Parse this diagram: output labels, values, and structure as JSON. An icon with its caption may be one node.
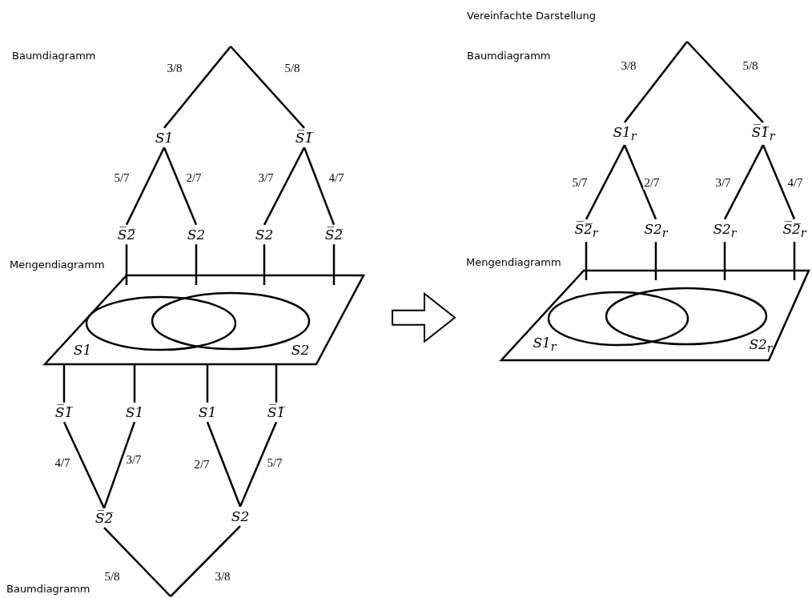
{
  "diagram": {
    "nodes": [
      {
        "text": [
          "S1"
        ]
      },
      {
        "text": [
          "S̅1̅"
        ]
      },
      {
        "text": [
          "S̅2̅"
        ]
      },
      {
        "text": [
          "S2"
        ]
      },
      {
        "text": [
          "S2"
        ]
      },
      {
        "text": [
          "S̅2̅"
        ]
      },
      {
        "text": [],
        "shape": "box"
      },
      {
        "text": [
          "S1"
        ],
        "in": 6
      },
      {
        "text": [
          "S2"
        ],
        "in": 6
      },
      {
        "text": [
          "S̅1̅"
        ]
      },
      {
        "text": [
          "S1"
        ]
      },
      {
        "text": [
          "S1"
        ]
      },
      {
        "text": [
          "S̅1̅"
        ]
      },
      {
        "text": [
          "S̅2̅"
        ]
      },
      {
        "text": [
          "S2"
        ]
      },
      {
        "text": [
          "S1$_{r}$"
        ]
      },
      {
        "text": [
          "S̅1̅$_{r}$"
        ]
      },
      {
        "text": [
          "S̅2̅$_{r}$"
        ]
      },
      {
        "text": [
          "S2$_{r}$"
        ]
      },
      {
        "text": [
          "S2$_{r}$"
        ]
      },
      {
        "text": [
          "S̅2̅$_{r}$"
        ]
      },
      {
        "text": [],
        "shape": "box"
      },
      {
        "text": [
          "S1$_{r}$"
        ],
        "in": 21
      },
      {
        "text": [
          "S2$_{r}$"
        ],
        "in": 21
      }
    ],
    "edges": [
      {
        "from": null,
        "to": 0,
        "arrow": "none",
        "label": "3/8"
      },
      {
        "from": null,
        "to": 1,
        "arrow": "none",
        "label": "5/8"
      },
      {
        "from": 0,
        "to": 2,
        "arrow": "none",
        "label": "5/7"
      },
      {
        "from": 0,
        "to": 3,
        "arrow": "none",
        "label": "2/7"
      },
      {
        "from": 1,
        "to": 4,
        "arrow": "none",
        "label": "3/7"
      },
      {
        "from": 1,
        "to": 5,
        "arrow": "none",
        "label": "4/7"
      },
      {
        "from": 2,
        "to": 6,
        "arrow": "none"
      },
      {
        "from": 3,
        "to": 6,
        "arrow": "none"
      },
      {
        "from": 4,
        "to": 6,
        "arrow": "none"
      },
      {
        "from": 5,
        "to": 6,
        "arrow": "none"
      },
      {
        "from": 6,
        "to": 9,
        "arrow": "none"
      },
      {
        "from": 6,
        "to": 10,
        "arrow": "none"
      },
      {
        "from": 6,
        "to": 11,
        "arrow": "none"
      },
      {
        "from": 6,
        "to": 12,
        "arrow": "none"
      },
      {
        "from": 9,
        "to": 13,
        "arrow": "none",
        "label": "4/7"
      },
      {
        "from": 10,
        "to": 13,
        "arrow": "none",
        "label": "3/7"
      },
      {
        "from": 11,
        "to": 14,
        "arrow": "none",
        "label": "2/7"
      },
      {
        "from": 12,
        "to": 14,
        "arrow": "none",
        "label": "5/7"
      },
      {
        "from": 13,
        "to": null,
        "arrow": "none",
        "label": "5/8"
      },
      {
        "from": 14,
        "to": null,
        "arrow": "none",
        "label": "3/8"
      },
      {
        "from": 6,
        "to": 21,
        "arrow": "to",
        "style": "thick"
      },
      {
        "from": null,
        "to": 15,
        "arrow": "none",
        "label": "3/8"
      },
      {
        "from": null,
        "to": 16,
        "arrow": "none",
        "label": "5/8"
      },
      {
        "from": 15,
        "to": 17,
        "arrow": "none",
        "label": "5/7"
      },
      {
        "from": 15,
        "to": 18,
        "arrow": "none",
        "label": "2/7"
      },
      {
        "from": 16,
        "to": 19,
        "arrow": "none",
        "label": "3/7"
      },
      {
        "from": 16,
        "to": 20,
        "arrow": "none",
        "label": "4/7"
      },
      {
        "from": 17,
        "to": 21,
        "arrow": "none"
      },
      {
        "from": 18,
        "to": 21,
        "arrow": "none"
      },
      {
        "from": 19,
        "to": 21,
        "arrow": "none"
      },
      {
        "from": 20,
        "to": 21,
        "arrow": "none"
      }
    ],
    "labels": [
      "Vereinfachte Darstellung",
      "Baumdiagramm",
      "Baumdiagramm",
      "Mengendiagramm",
      "Mengendiagramm",
      "Baumdiagramm"
    ]
  }
}
